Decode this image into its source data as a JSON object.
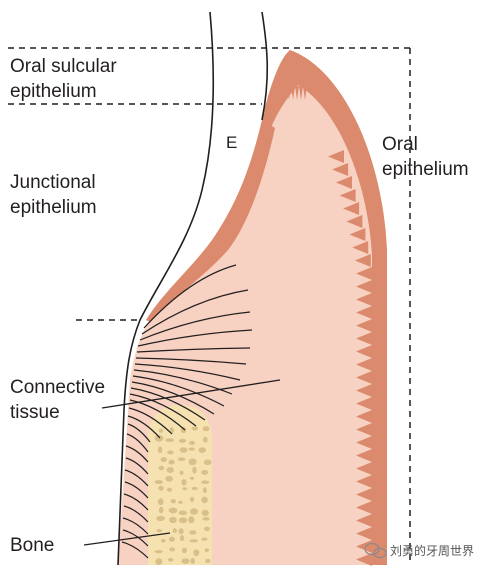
{
  "labels": {
    "oral_sulcular_1": "Oral sulcular",
    "oral_sulcular_2": "epithelium",
    "junctional_1": "Junctional",
    "junctional_2": "epithelium",
    "enamel": "E",
    "oral_epi_1": "Oral",
    "oral_epi_2": "epithelium",
    "connective_1": "Connective",
    "connective_2": "tissue",
    "bone": "Bone"
  },
  "watermark": {
    "text": "刘勇的牙周世界",
    "icon": "wechat-logo-icon"
  },
  "colors": {
    "epithelium": "#dc8a6d",
    "connective_tissue": "#f7d2c2",
    "bone": "#f5e2b0",
    "bone_trabeculae": "#d9c08a",
    "outline": "#231f20"
  }
}
